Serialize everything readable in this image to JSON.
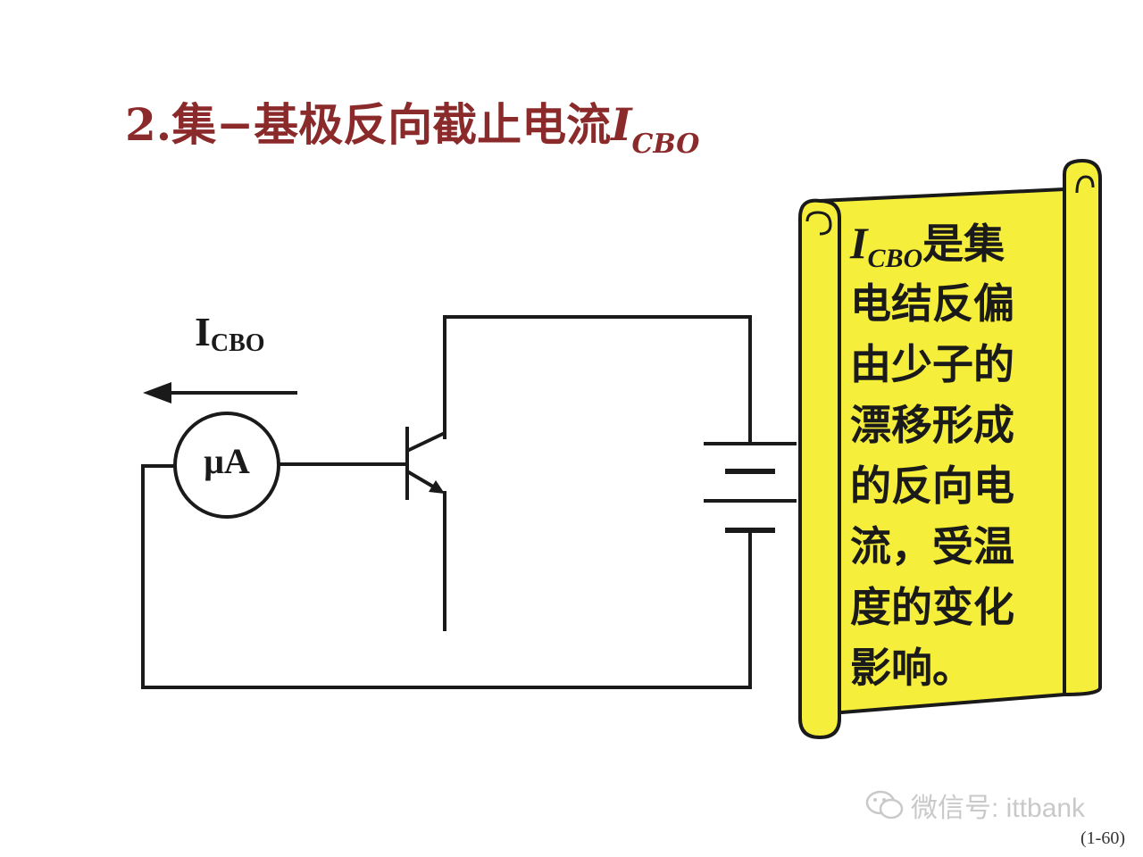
{
  "title": {
    "main": "2.集−基极反向截止电流",
    "symbol": "I",
    "subscript": "CBO"
  },
  "circuit": {
    "current_label": {
      "main": "I",
      "subscript": "CBO"
    },
    "meter_label": "μA"
  },
  "scroll": {
    "symbol": "I",
    "subscript": "CBO",
    "first_line_rest": "是集",
    "lines": [
      "电结反偏",
      "由少子的",
      "漂移形成",
      "的反向电",
      "流，受温",
      "度的变化",
      "影响。"
    ]
  },
  "colors": {
    "title": "#8b2a2a",
    "scroll_fill": "#f5ee3a",
    "wire": "#1a1a1a"
  },
  "watermark": {
    "text": "微信号: ittbank",
    "icon": "wechat-icon"
  },
  "page_number": "(1-60)"
}
